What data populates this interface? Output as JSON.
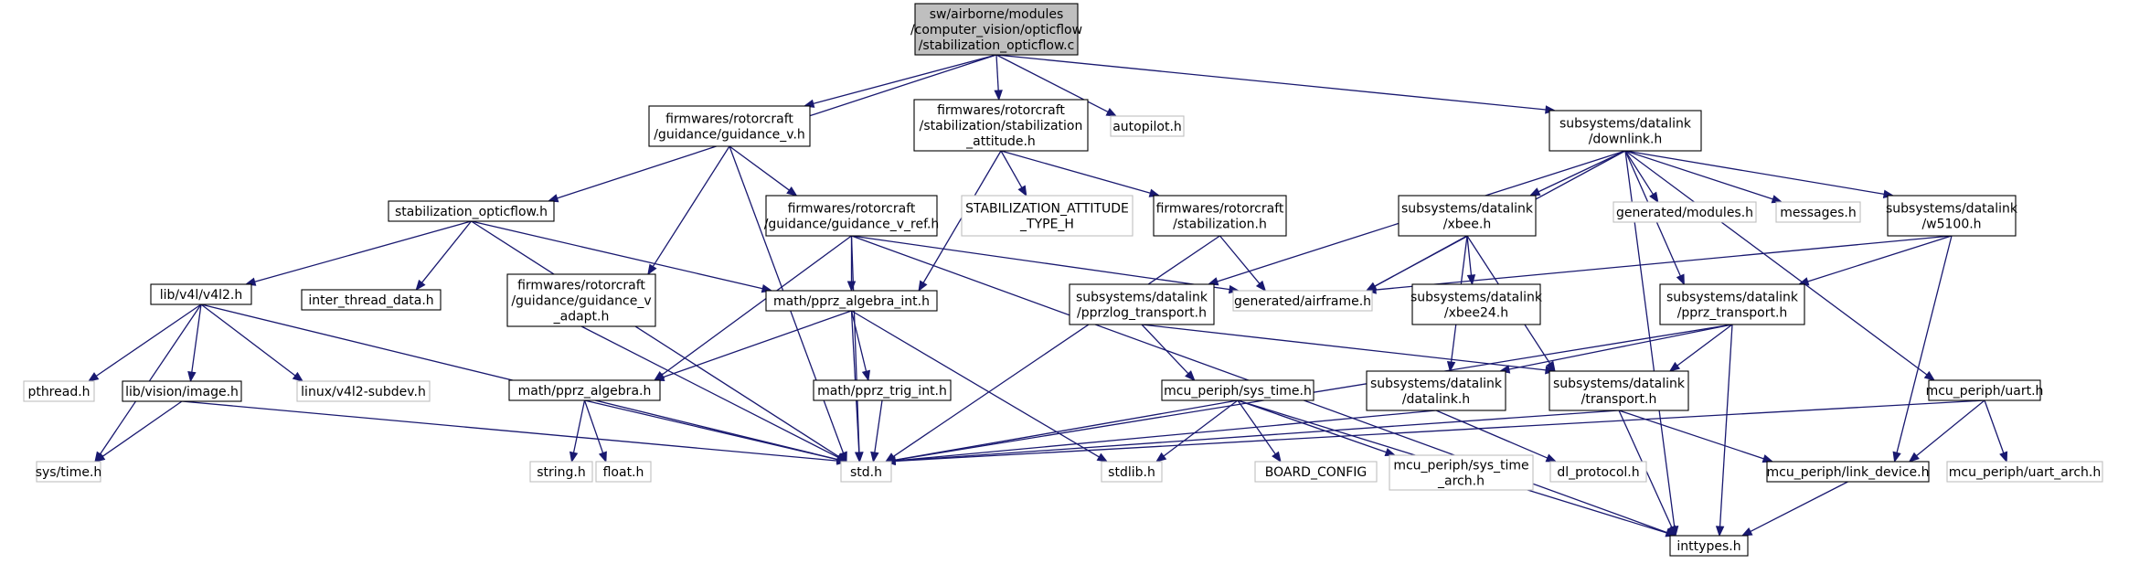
{
  "colors": {
    "edge": "#191970",
    "root_fill": "#bfbfbf",
    "external_border": "#bfbfbf",
    "document_border": "#000000"
  },
  "nodes": [
    {
      "id": "root",
      "kind": "root",
      "lines": [
        "sw/airborne/modules",
        "/computer_vision/opticflow",
        "/stabilization_opticflow.c"
      ]
    },
    {
      "id": "guidance_v",
      "kind": "doc",
      "lines": [
        "firmwares/rotorcraft",
        "/guidance/guidance_v.h"
      ]
    },
    {
      "id": "stab_att",
      "kind": "doc",
      "lines": [
        "firmwares/rotorcraft",
        "/stabilization/stabilization",
        "_attitude.h"
      ]
    },
    {
      "id": "autopilot",
      "kind": "ext",
      "lines": [
        "autopilot.h"
      ]
    },
    {
      "id": "downlink",
      "kind": "doc",
      "lines": [
        "subsystems/datalink",
        "/downlink.h"
      ]
    },
    {
      "id": "stab_opticflow",
      "kind": "doc",
      "lines": [
        "stabilization_opticflow.h"
      ]
    },
    {
      "id": "guidance_v_ref",
      "kind": "doc",
      "lines": [
        "firmwares/rotorcraft",
        "/guidance/guidance_v_ref.h"
      ]
    },
    {
      "id": "stab_att_type",
      "kind": "ext",
      "lines": [
        "STABILIZATION_ATTITUDE",
        "_TYPE_H"
      ]
    },
    {
      "id": "stabilization",
      "kind": "doc",
      "lines": [
        "firmwares/rotorcraft",
        "/stabilization.h"
      ]
    },
    {
      "id": "xbee",
      "kind": "doc",
      "lines": [
        "subsystems/datalink",
        "/xbee.h"
      ]
    },
    {
      "id": "gen_modules",
      "kind": "ext",
      "lines": [
        "generated/modules.h"
      ]
    },
    {
      "id": "messages",
      "kind": "ext",
      "lines": [
        "messages.h"
      ]
    },
    {
      "id": "w5100",
      "kind": "doc",
      "lines": [
        "subsystems/datalink",
        "/w5100.h"
      ]
    },
    {
      "id": "v4l2",
      "kind": "doc",
      "lines": [
        "lib/v4l/v4l2.h"
      ]
    },
    {
      "id": "inter_thread",
      "kind": "doc",
      "lines": [
        "inter_thread_data.h"
      ]
    },
    {
      "id": "guidance_v_adapt",
      "kind": "doc",
      "lines": [
        "firmwares/rotorcraft",
        "/guidance/guidance_v",
        "_adapt.h"
      ]
    },
    {
      "id": "pprz_algebra_int",
      "kind": "doc",
      "lines": [
        "math/pprz_algebra_int.h"
      ]
    },
    {
      "id": "airframe",
      "kind": "ext",
      "lines": [
        "generated/airframe.h"
      ]
    },
    {
      "id": "pprzlog",
      "kind": "doc",
      "lines": [
        "subsystems/datalink",
        "/pprzlog_transport.h"
      ]
    },
    {
      "id": "xbee24",
      "kind": "doc",
      "lines": [
        "subsystems/datalink",
        "/xbee24.h"
      ]
    },
    {
      "id": "pprz_transport",
      "kind": "doc",
      "lines": [
        "subsystems/datalink",
        "/pprz_transport.h"
      ]
    },
    {
      "id": "pthread",
      "kind": "ext",
      "lines": [
        "pthread.h"
      ]
    },
    {
      "id": "vision_image",
      "kind": "doc",
      "lines": [
        "lib/vision/image.h"
      ]
    },
    {
      "id": "v4l2_subdev",
      "kind": "ext",
      "lines": [
        "linux/v4l2-subdev.h"
      ]
    },
    {
      "id": "pprz_algebra",
      "kind": "doc",
      "lines": [
        "math/pprz_algebra.h"
      ]
    },
    {
      "id": "pprz_trig_int",
      "kind": "doc",
      "lines": [
        "math/pprz_trig_int.h"
      ]
    },
    {
      "id": "sys_time",
      "kind": "doc",
      "lines": [
        "mcu_periph/sys_time.h"
      ]
    },
    {
      "id": "dl_datalink",
      "kind": "doc",
      "lines": [
        "subsystems/datalink",
        "/datalink.h"
      ]
    },
    {
      "id": "dl_transport",
      "kind": "doc",
      "lines": [
        "subsystems/datalink",
        "/transport.h"
      ]
    },
    {
      "id": "uart",
      "kind": "doc",
      "lines": [
        "mcu_periph/uart.h"
      ]
    },
    {
      "id": "systime_h",
      "kind": "ext",
      "lines": [
        "sys/time.h"
      ]
    },
    {
      "id": "string",
      "kind": "ext",
      "lines": [
        "string.h"
      ]
    },
    {
      "id": "float",
      "kind": "ext",
      "lines": [
        "float.h"
      ]
    },
    {
      "id": "std",
      "kind": "ext",
      "lines": [
        "std.h"
      ]
    },
    {
      "id": "stdlib",
      "kind": "ext",
      "lines": [
        "stdlib.h"
      ]
    },
    {
      "id": "board_config",
      "kind": "ext",
      "lines": [
        "BOARD_CONFIG"
      ]
    },
    {
      "id": "sys_time_arch",
      "kind": "ext",
      "lines": [
        "mcu_periph/sys_time",
        "_arch.h"
      ]
    },
    {
      "id": "dl_protocol",
      "kind": "ext",
      "lines": [
        "dl_protocol.h"
      ]
    },
    {
      "id": "link_device",
      "kind": "doc",
      "lines": [
        "mcu_periph/link_device.h"
      ]
    },
    {
      "id": "uart_arch",
      "kind": "ext",
      "lines": [
        "mcu_periph/uart_arch.h"
      ]
    },
    {
      "id": "inttypes",
      "kind": "doc",
      "lines": [
        "inttypes.h"
      ]
    }
  ],
  "edges": [
    [
      "root",
      "guidance_v"
    ],
    [
      "root",
      "stab_att"
    ],
    [
      "root",
      "autopilot"
    ],
    [
      "root",
      "downlink"
    ],
    [
      "root",
      "stab_opticflow"
    ],
    [
      "guidance_v",
      "guidance_v_ref"
    ],
    [
      "guidance_v",
      "guidance_v_adapt"
    ],
    [
      "guidance_v",
      "std"
    ],
    [
      "stab_att",
      "pprz_algebra_int"
    ],
    [
      "stab_att",
      "stab_att_type"
    ],
    [
      "stab_att",
      "stabilization"
    ],
    [
      "downlink",
      "pprzlog"
    ],
    [
      "downlink",
      "airframe"
    ],
    [
      "downlink",
      "xbee"
    ],
    [
      "downlink",
      "pprz_transport"
    ],
    [
      "downlink",
      "gen_modules"
    ],
    [
      "downlink",
      "messages"
    ],
    [
      "downlink",
      "w5100"
    ],
    [
      "downlink",
      "uart"
    ],
    [
      "downlink",
      "inttypes"
    ],
    [
      "stab_opticflow",
      "v4l2"
    ],
    [
      "stab_opticflow",
      "inter_thread"
    ],
    [
      "stab_opticflow",
      "pprz_algebra_int"
    ],
    [
      "stab_opticflow",
      "std"
    ],
    [
      "guidance_v_ref",
      "pprz_algebra"
    ],
    [
      "guidance_v_ref",
      "pprz_algebra_int"
    ],
    [
      "guidance_v_ref",
      "airframe"
    ],
    [
      "guidance_v_ref",
      "std"
    ],
    [
      "guidance_v_ref",
      "inttypes"
    ],
    [
      "stabilization",
      "airframe"
    ],
    [
      "stabilization",
      "std"
    ],
    [
      "xbee",
      "airframe"
    ],
    [
      "xbee",
      "xbee24"
    ],
    [
      "xbee",
      "dl_datalink"
    ],
    [
      "xbee",
      "dl_transport"
    ],
    [
      "w5100",
      "airframe"
    ],
    [
      "w5100",
      "pprz_transport"
    ],
    [
      "w5100",
      "link_device"
    ],
    [
      "v4l2",
      "systime_h"
    ],
    [
      "v4l2",
      "pthread"
    ],
    [
      "v4l2",
      "vision_image"
    ],
    [
      "v4l2",
      "v4l2_subdev"
    ],
    [
      "v4l2",
      "std"
    ],
    [
      "guidance_v_adapt",
      "std"
    ],
    [
      "pprz_algebra_int",
      "pprz_algebra"
    ],
    [
      "pprz_algebra_int",
      "pprz_trig_int"
    ],
    [
      "pprz_algebra_int",
      "std"
    ],
    [
      "pprz_algebra_int",
      "stdlib"
    ],
    [
      "pprzlog",
      "sys_time"
    ],
    [
      "pprzlog",
      "dl_transport"
    ],
    [
      "pprz_transport",
      "dl_datalink"
    ],
    [
      "pprz_transport",
      "dl_transport"
    ],
    [
      "pprz_transport",
      "std"
    ],
    [
      "pprz_transport",
      "inttypes"
    ],
    [
      "vision_image",
      "systime_h"
    ],
    [
      "vision_image",
      "std"
    ],
    [
      "pprz_algebra",
      "string"
    ],
    [
      "pprz_algebra",
      "float"
    ],
    [
      "pprz_algebra",
      "std"
    ],
    [
      "pprz_trig_int",
      "std"
    ],
    [
      "sys_time",
      "std"
    ],
    [
      "sys_time",
      "stdlib"
    ],
    [
      "sys_time",
      "board_config"
    ],
    [
      "sys_time",
      "sys_time_arch"
    ],
    [
      "sys_time",
      "inttypes"
    ],
    [
      "dl_datalink",
      "dl_protocol"
    ],
    [
      "dl_datalink",
      "std"
    ],
    [
      "dl_transport",
      "std"
    ],
    [
      "dl_transport",
      "link_device"
    ],
    [
      "dl_transport",
      "inttypes"
    ],
    [
      "uart",
      "std"
    ],
    [
      "uart",
      "link_device"
    ],
    [
      "uart",
      "uart_arch"
    ],
    [
      "link_device",
      "inttypes"
    ]
  ]
}
